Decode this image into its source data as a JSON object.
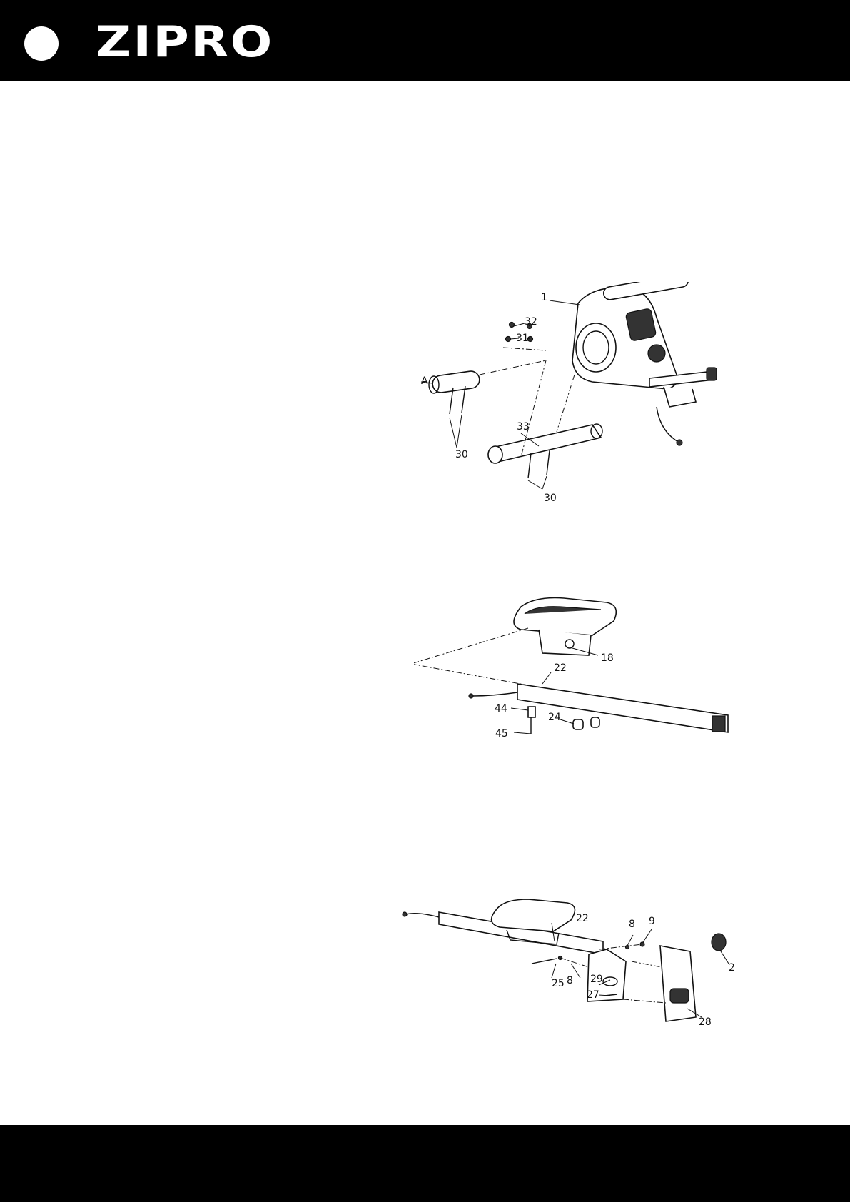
{
  "brand": {
    "name": "ZIPRO"
  },
  "figure1": {
    "labels": {
      "p1": "1",
      "p32": "32",
      "p31": "31",
      "pA": "A",
      "p33": "33",
      "p30a": "30",
      "p30b": "30"
    }
  },
  "figure2": {
    "labels": {
      "p18": "18",
      "p22": "22",
      "p44": "44",
      "p24": "24",
      "p45": "45"
    }
  },
  "figure3": {
    "labels": {
      "p22": "22",
      "p8a": "8",
      "p9": "9",
      "p25": "25",
      "p8b": "8",
      "p29": "29",
      "p27": "27",
      "p2": "2",
      "p28": "28"
    }
  }
}
